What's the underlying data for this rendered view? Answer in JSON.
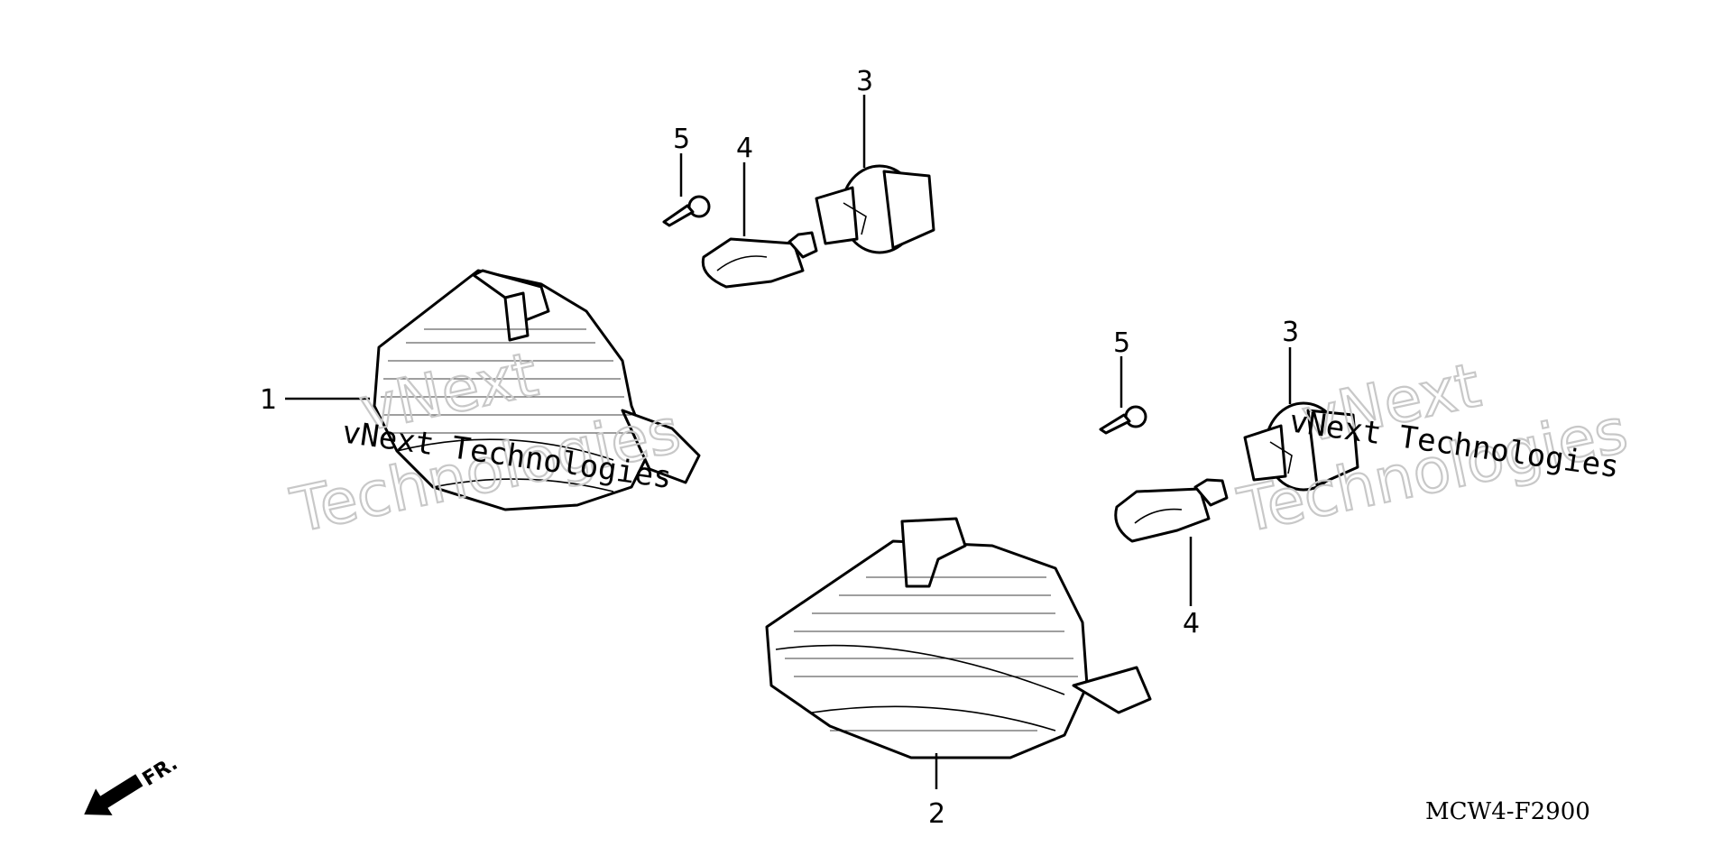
{
  "callouts": {
    "lens_left": "1",
    "lens_right": "2",
    "socket_upper": "3",
    "socket_lower": "3",
    "bulb_upper": "4",
    "bulb_lower": "4",
    "screw_upper": "5",
    "screw_lower": "5"
  },
  "direction_label": "FR.",
  "diagram_code": "MCW4-F2900",
  "watermark": {
    "small_text": "vNext Technologies",
    "large_word_1": "vNext",
    "large_word_2": "Technologies"
  }
}
